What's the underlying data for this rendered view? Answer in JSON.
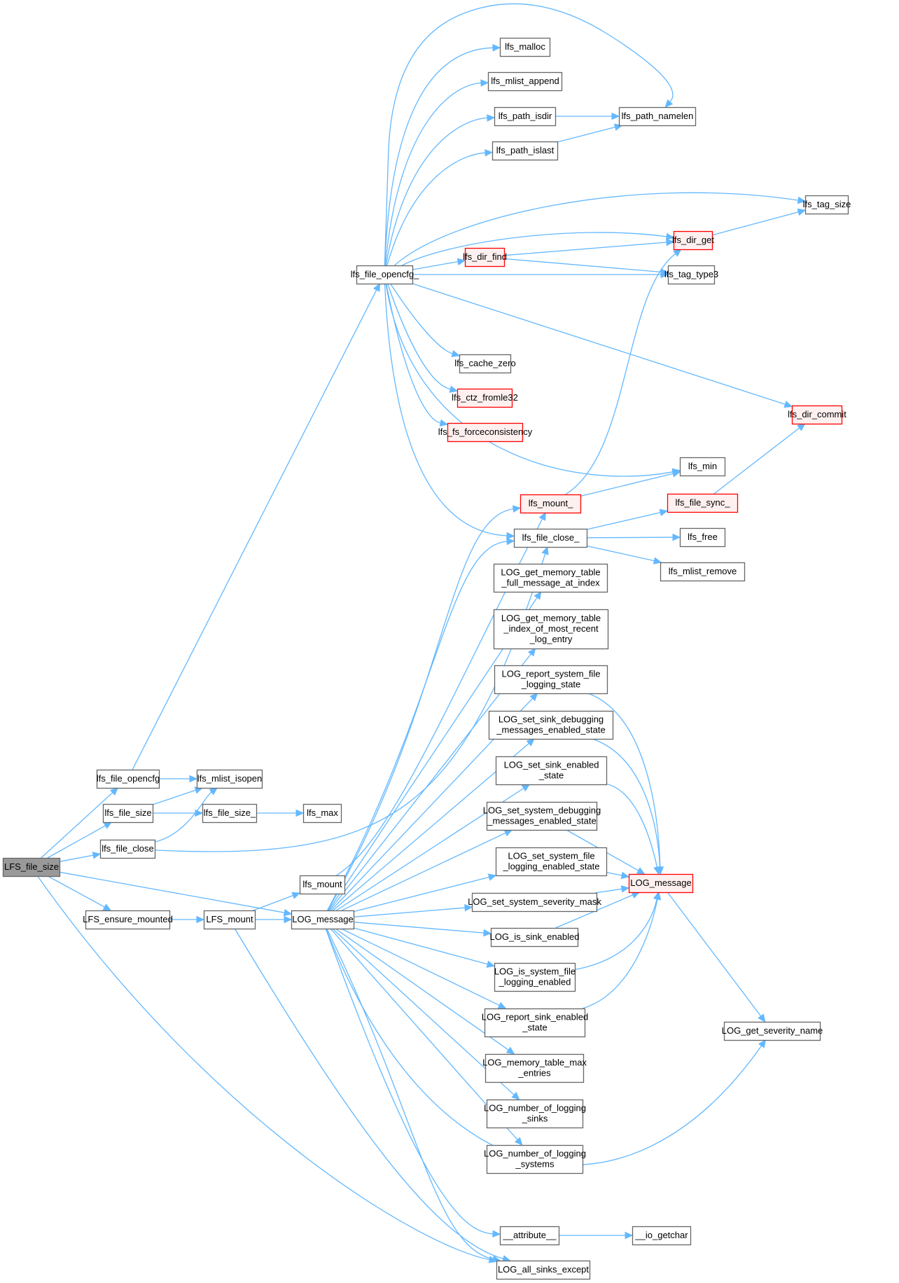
{
  "graph": {
    "title": "LFS_file_size call graph",
    "colors": {
      "edge": "#63b8ff",
      "node_border": "#666666",
      "root_fill": "#999999",
      "truncated_border": "#ff0000",
      "truncated_fill": "#fff0f0"
    },
    "nodes": [
      {
        "id": "LFS_file_size",
        "lines": [
          "LFS_file_size"
        ],
        "kind": "root"
      },
      {
        "id": "lfs_file_opencfg",
        "lines": [
          "lfs_file_opencfg"
        ],
        "kind": "normal"
      },
      {
        "id": "lfs_file_size",
        "lines": [
          "lfs_file_size"
        ],
        "kind": "normal"
      },
      {
        "id": "lfs_file_close",
        "lines": [
          "lfs_file_close"
        ],
        "kind": "normal"
      },
      {
        "id": "LFS_ensure_mounted",
        "lines": [
          "LFS_ensure_mounted"
        ],
        "kind": "normal"
      },
      {
        "id": "lfs_mlist_isopen",
        "lines": [
          "lfs_mlist_isopen"
        ],
        "kind": "normal"
      },
      {
        "id": "lfs_file_size_",
        "lines": [
          "lfs_file_size_"
        ],
        "kind": "normal"
      },
      {
        "id": "lfs_max",
        "lines": [
          "lfs_max"
        ],
        "kind": "normal"
      },
      {
        "id": "LFS_mount",
        "lines": [
          "LFS_mount"
        ],
        "kind": "normal"
      },
      {
        "id": "lfs_mount",
        "lines": [
          "lfs_mount"
        ],
        "kind": "normal"
      },
      {
        "id": "LOG_message_a",
        "lines": [
          "LOG_message"
        ],
        "kind": "normal"
      },
      {
        "id": "lfs_file_opencfg_",
        "lines": [
          "lfs_file_opencfg_"
        ],
        "kind": "normal"
      },
      {
        "id": "lfs_malloc",
        "lines": [
          "lfs_malloc"
        ],
        "kind": "normal"
      },
      {
        "id": "lfs_mlist_append",
        "lines": [
          "lfs_mlist_append"
        ],
        "kind": "normal"
      },
      {
        "id": "lfs_path_isdir",
        "lines": [
          "lfs_path_isdir"
        ],
        "kind": "normal"
      },
      {
        "id": "lfs_path_islast",
        "lines": [
          "lfs_path_islast"
        ],
        "kind": "normal"
      },
      {
        "id": "lfs_path_namelen",
        "lines": [
          "lfs_path_namelen"
        ],
        "kind": "normal"
      },
      {
        "id": "lfs_tag_size",
        "lines": [
          "lfs_tag_size"
        ],
        "kind": "normal"
      },
      {
        "id": "lfs_dir_get",
        "lines": [
          "lfs_dir_get"
        ],
        "kind": "truncated"
      },
      {
        "id": "lfs_dir_find",
        "lines": [
          "lfs_dir_find"
        ],
        "kind": "truncated"
      },
      {
        "id": "lfs_tag_type3",
        "lines": [
          "lfs_tag_type3"
        ],
        "kind": "normal"
      },
      {
        "id": "lfs_cache_zero",
        "lines": [
          "lfs_cache_zero"
        ],
        "kind": "normal"
      },
      {
        "id": "lfs_ctz_fromle32",
        "lines": [
          "lfs_ctz_fromle32"
        ],
        "kind": "truncated"
      },
      {
        "id": "lfs_fs_forceconsistency",
        "lines": [
          "lfs_fs_forceconsistency"
        ],
        "kind": "truncated"
      },
      {
        "id": "lfs_dir_commit",
        "lines": [
          "lfs_dir_commit"
        ],
        "kind": "truncated"
      },
      {
        "id": "lfs_min",
        "lines": [
          "lfs_min"
        ],
        "kind": "normal"
      },
      {
        "id": "lfs_mount_",
        "lines": [
          "lfs_mount_"
        ],
        "kind": "truncated"
      },
      {
        "id": "lfs_file_sync_",
        "lines": [
          "lfs_file_sync_"
        ],
        "kind": "truncated"
      },
      {
        "id": "lfs_file_close_",
        "lines": [
          "lfs_file_close_"
        ],
        "kind": "normal"
      },
      {
        "id": "lfs_free",
        "lines": [
          "lfs_free"
        ],
        "kind": "normal"
      },
      {
        "id": "lfs_mlist_remove",
        "lines": [
          "lfs_mlist_remove"
        ],
        "kind": "normal"
      },
      {
        "id": "LOG_get_memory_table_full_message_at_index",
        "lines": [
          "LOG_get_memory_table",
          "_full_message_at_index"
        ],
        "kind": "normal"
      },
      {
        "id": "LOG_get_memory_table_index_of_most_recent_log_entry",
        "lines": [
          "LOG_get_memory_table",
          "_index_of_most_recent",
          "_log_entry"
        ],
        "kind": "normal"
      },
      {
        "id": "LOG_report_system_file_logging_state",
        "lines": [
          "LOG_report_system_file",
          "_logging_state"
        ],
        "kind": "normal"
      },
      {
        "id": "LOG_set_sink_debugging_messages_enabled_state",
        "lines": [
          "LOG_set_sink_debugging",
          "_messages_enabled_state"
        ],
        "kind": "normal"
      },
      {
        "id": "LOG_set_sink_enabled_state",
        "lines": [
          "LOG_set_sink_enabled",
          "_state"
        ],
        "kind": "normal"
      },
      {
        "id": "LOG_set_system_debugging_messages_enabled_state",
        "lines": [
          "LOG_set_system_debugging",
          "_messages_enabled_state"
        ],
        "kind": "normal"
      },
      {
        "id": "LOG_set_system_file_logging_enabled_state",
        "lines": [
          "LOG_set_system_file",
          "_logging_enabled_state"
        ],
        "kind": "normal"
      },
      {
        "id": "LOG_message_b",
        "lines": [
          "LOG_message"
        ],
        "kind": "truncated"
      },
      {
        "id": "LOG_set_system_severity_mask",
        "lines": [
          "LOG_set_system_severity_mask"
        ],
        "kind": "normal"
      },
      {
        "id": "LOG_is_sink_enabled",
        "lines": [
          "LOG_is_sink_enabled"
        ],
        "kind": "normal"
      },
      {
        "id": "LOG_is_system_file_logging_enabled",
        "lines": [
          "LOG_is_system_file",
          "_logging_enabled"
        ],
        "kind": "normal"
      },
      {
        "id": "LOG_report_sink_enabled_state",
        "lines": [
          "LOG_report_sink_enabled",
          "_state"
        ],
        "kind": "normal"
      },
      {
        "id": "LOG_get_severity_name",
        "lines": [
          "LOG_get_severity_name"
        ],
        "kind": "normal"
      },
      {
        "id": "LOG_memory_table_max_entries",
        "lines": [
          "LOG_memory_table_max",
          "_entries"
        ],
        "kind": "normal"
      },
      {
        "id": "LOG_number_of_logging_sinks",
        "lines": [
          "LOG_number_of_logging",
          "_sinks"
        ],
        "kind": "normal"
      },
      {
        "id": "LOG_number_of_logging_systems",
        "lines": [
          "LOG_number_of_logging",
          "_systems"
        ],
        "kind": "normal"
      },
      {
        "id": "__attribute__",
        "lines": [
          "__attribute__"
        ],
        "kind": "normal"
      },
      {
        "id": "__io_getchar",
        "lines": [
          "__io_getchar"
        ],
        "kind": "normal"
      },
      {
        "id": "LOG_all_sinks_except",
        "lines": [
          "LOG_all_sinks_except"
        ],
        "kind": "normal"
      }
    ],
    "edges": [
      [
        "LFS_file_size",
        "lfs_file_opencfg"
      ],
      [
        "LFS_file_size",
        "lfs_file_size"
      ],
      [
        "LFS_file_size",
        "lfs_file_close"
      ],
      [
        "LFS_file_size",
        "LOG_message_a"
      ],
      [
        "LFS_file_size",
        "LFS_ensure_mounted"
      ],
      [
        "LFS_file_size",
        "LOG_all_sinks_except"
      ],
      [
        "lfs_file_opencfg",
        "lfs_mlist_isopen"
      ],
      [
        "lfs_file_opencfg",
        "lfs_file_opencfg_"
      ],
      [
        "lfs_file_size",
        "lfs_mlist_isopen"
      ],
      [
        "lfs_file_size",
        "lfs_file_size_"
      ],
      [
        "lfs_file_close",
        "lfs_mlist_isopen"
      ],
      [
        "lfs_file_close",
        "lfs_file_close_"
      ],
      [
        "lfs_file_size_",
        "lfs_max"
      ],
      [
        "LFS_ensure_mounted",
        "LFS_mount"
      ],
      [
        "LFS_mount",
        "lfs_mount"
      ],
      [
        "LFS_mount",
        "LOG_message_a"
      ],
      [
        "LFS_mount",
        "LOG_all_sinks_except"
      ],
      [
        "lfs_mount",
        "lfs_mount_"
      ],
      [
        "lfs_file_opencfg_",
        "lfs_malloc"
      ],
      [
        "lfs_file_opencfg_",
        "lfs_mlist_append"
      ],
      [
        "lfs_file_opencfg_",
        "lfs_path_isdir"
      ],
      [
        "lfs_file_opencfg_",
        "lfs_path_islast"
      ],
      [
        "lfs_file_opencfg_",
        "lfs_path_namelen"
      ],
      [
        "lfs_file_opencfg_",
        "lfs_tag_size"
      ],
      [
        "lfs_file_opencfg_",
        "lfs_dir_get"
      ],
      [
        "lfs_file_opencfg_",
        "lfs_dir_find"
      ],
      [
        "lfs_file_opencfg_",
        "lfs_tag_type3"
      ],
      [
        "lfs_file_opencfg_",
        "lfs_cache_zero"
      ],
      [
        "lfs_file_opencfg_",
        "lfs_ctz_fromle32"
      ],
      [
        "lfs_file_opencfg_",
        "lfs_fs_forceconsistency"
      ],
      [
        "lfs_file_opencfg_",
        "lfs_dir_commit"
      ],
      [
        "lfs_file_opencfg_",
        "lfs_min"
      ],
      [
        "lfs_file_opencfg_",
        "lfs_file_close_"
      ],
      [
        "lfs_path_isdir",
        "lfs_path_namelen"
      ],
      [
        "lfs_path_islast",
        "lfs_path_namelen"
      ],
      [
        "lfs_dir_get",
        "lfs_tag_size"
      ],
      [
        "lfs_dir_find",
        "lfs_dir_get"
      ],
      [
        "lfs_dir_find",
        "lfs_tag_type3"
      ],
      [
        "lfs_mount_",
        "lfs_dir_get"
      ],
      [
        "lfs_mount_",
        "lfs_min"
      ],
      [
        "lfs_file_close_",
        "lfs_file_sync_"
      ],
      [
        "lfs_file_close_",
        "lfs_free"
      ],
      [
        "lfs_file_close_",
        "lfs_mlist_remove"
      ],
      [
        "lfs_file_sync_",
        "lfs_dir_commit"
      ],
      [
        "LOG_message_a",
        "lfs_mount_"
      ],
      [
        "LOG_message_a",
        "lfs_file_close_"
      ],
      [
        "LOG_message_a",
        "LOG_get_memory_table_full_message_at_index"
      ],
      [
        "LOG_message_a",
        "LOG_get_memory_table_index_of_most_recent_log_entry"
      ],
      [
        "LOG_message_a",
        "LOG_report_system_file_logging_state"
      ],
      [
        "LOG_message_a",
        "LOG_set_sink_debugging_messages_enabled_state"
      ],
      [
        "LOG_message_a",
        "LOG_set_sink_enabled_state"
      ],
      [
        "LOG_message_a",
        "LOG_set_system_debugging_messages_enabled_state"
      ],
      [
        "LOG_message_a",
        "LOG_set_system_file_logging_enabled_state"
      ],
      [
        "LOG_message_a",
        "LOG_set_system_severity_mask"
      ],
      [
        "LOG_message_a",
        "LOG_is_sink_enabled"
      ],
      [
        "LOG_message_a",
        "LOG_is_system_file_logging_enabled"
      ],
      [
        "LOG_message_a",
        "LOG_report_sink_enabled_state"
      ],
      [
        "LOG_message_a",
        "LOG_memory_table_max_entries"
      ],
      [
        "LOG_message_a",
        "LOG_number_of_logging_sinks"
      ],
      [
        "LOG_message_a",
        "LOG_number_of_logging_systems"
      ],
      [
        "LOG_message_a",
        "LOG_get_severity_name"
      ],
      [
        "LOG_message_a",
        "__attribute__"
      ],
      [
        "LOG_message_a",
        "LOG_all_sinks_except"
      ],
      [
        "LOG_report_system_file_logging_state",
        "LOG_message_b"
      ],
      [
        "LOG_set_sink_debugging_messages_enabled_state",
        "LOG_message_b"
      ],
      [
        "LOG_set_sink_enabled_state",
        "LOG_message_b"
      ],
      [
        "LOG_set_system_debugging_messages_enabled_state",
        "LOG_message_b"
      ],
      [
        "LOG_set_system_file_logging_enabled_state",
        "LOG_message_b"
      ],
      [
        "LOG_set_system_severity_mask",
        "LOG_message_b"
      ],
      [
        "LOG_is_sink_enabled",
        "LOG_message_b"
      ],
      [
        "LOG_is_system_file_logging_enabled",
        "LOG_message_b"
      ],
      [
        "LOG_report_sink_enabled_state",
        "LOG_message_b"
      ],
      [
        "LOG_message_b",
        "LOG_get_severity_name"
      ],
      [
        "__attribute__",
        "__io_getchar"
      ]
    ]
  }
}
